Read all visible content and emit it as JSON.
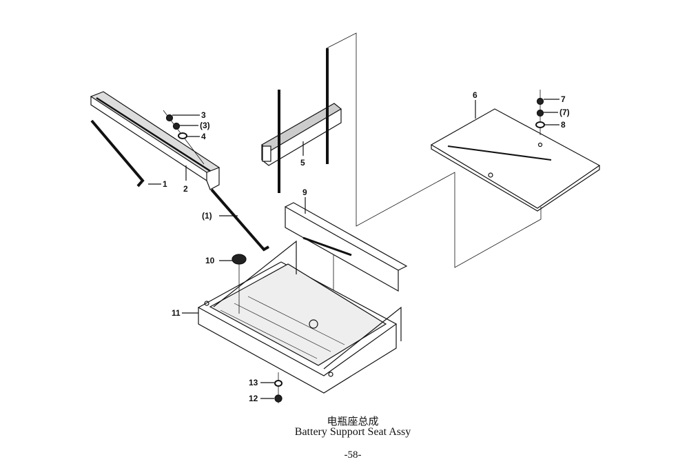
{
  "diagram": {
    "labels": {
      "p1": "1",
      "p2": "2",
      "p3": "3",
      "p3b": "(3)",
      "p4": "4",
      "p5": "5",
      "p6": "6",
      "p7": "7",
      "p7b": "(7)",
      "p8": "8",
      "p9": "9",
      "p1b": "(1)",
      "p10": "10",
      "p11": "11",
      "p12": "12",
      "p13": "13"
    }
  },
  "caption": {
    "title_cn": "电瓶座总成",
    "title_en": "Battery Support Seat Assy",
    "page_number": "-58-"
  }
}
